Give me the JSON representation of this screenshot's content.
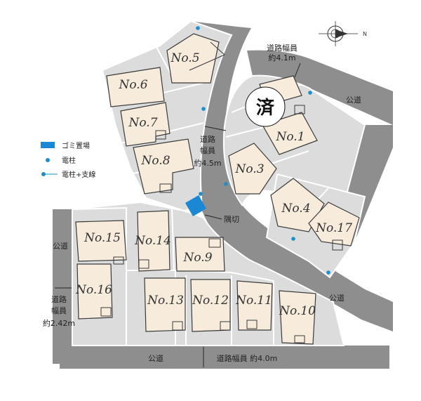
{
  "colors": {
    "road": "#8e8e8e",
    "lot": "#dcdcdc",
    "house_fill": "#f7ecdc",
    "house_stroke": "#3a3a3a",
    "garbage": "#1c87d4",
    "pole": "#1b8fc9"
  },
  "lots": {
    "no1": "No.1",
    "no3": "No.3",
    "no4": "No.4",
    "no5": "No.5",
    "no6": "No.6",
    "no7": "No.7",
    "no8": "No.8",
    "no9": "No.9",
    "no10": "No.10",
    "no11": "No.11",
    "no12": "No.12",
    "no13": "No.13",
    "no14": "No.14",
    "no15": "No.15",
    "no16": "No.16",
    "no17": "No.17"
  },
  "sold_mark": "済",
  "roads": {
    "top_width_label": "道路幅員",
    "top_width_value": "約4.1m",
    "mid_width_line1": "道路",
    "mid_width_line2": "幅員",
    "mid_width_value": "約4.5m",
    "left_width_line1": "道路",
    "left_width_line2": "幅員",
    "left_width_value": "約2.42m",
    "bottom_width": "道路幅員 約4.0m",
    "public_road": "公道",
    "corner_cut": "隅切"
  },
  "legend": {
    "garbage": "ゴミ置場",
    "pole": "電柱",
    "pole_guy": "電柱+支線"
  },
  "compass": {
    "north": "N"
  }
}
